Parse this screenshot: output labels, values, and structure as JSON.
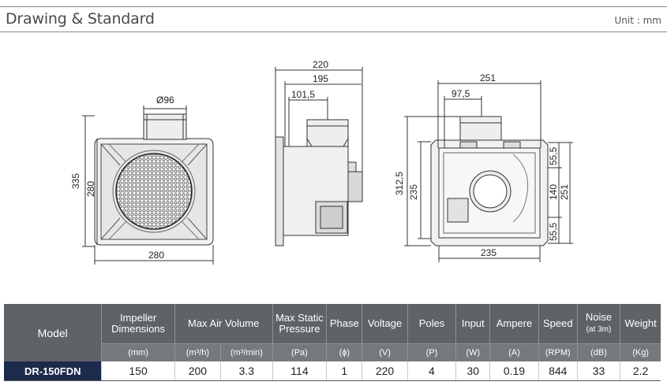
{
  "header": {
    "title": "Drawing & Standard",
    "unit": "Unit : mm"
  },
  "drawings": {
    "front": {
      "top_dia": "Ø96",
      "height": "335",
      "inner_height": "280",
      "width": "280"
    },
    "side": {
      "overall": "220",
      "body": "195",
      "half": "101,5"
    },
    "back": {
      "width": "251",
      "half": "97,5",
      "height": "312,5",
      "inner_height": "235",
      "right_top": "55,5",
      "right_mid": "140",
      "right_bottom": "55,5",
      "right_total": "251",
      "bottom_width": "235"
    }
  },
  "table": {
    "headers": {
      "model": "Model",
      "impeller": "Impeller Dimensions",
      "air_volume": "Max Air Volume",
      "static_pressure": "Max Static Pressure",
      "phase": "Phase",
      "voltage": "Voltage",
      "poles": "Poles",
      "input": "Input",
      "ampere": "Ampere",
      "speed": "Speed",
      "noise": "Noise",
      "noise_sub": "(at 3m)",
      "weight": "Weight"
    },
    "units": [
      "(mm)",
      "(m³/h)",
      "(m³/min)",
      "(Pa)",
      "(ɸ)",
      "(V)",
      "(P)",
      "(W)",
      "(A)",
      "(RPM)",
      "(dB)",
      "(Kg)"
    ],
    "rows": [
      {
        "model": "DR-150FDN",
        "values": [
          "150",
          "200",
          "3.3",
          "114",
          "1",
          "220",
          "4",
          "30",
          "0.19",
          "844",
          "33",
          "2.2"
        ]
      }
    ]
  }
}
